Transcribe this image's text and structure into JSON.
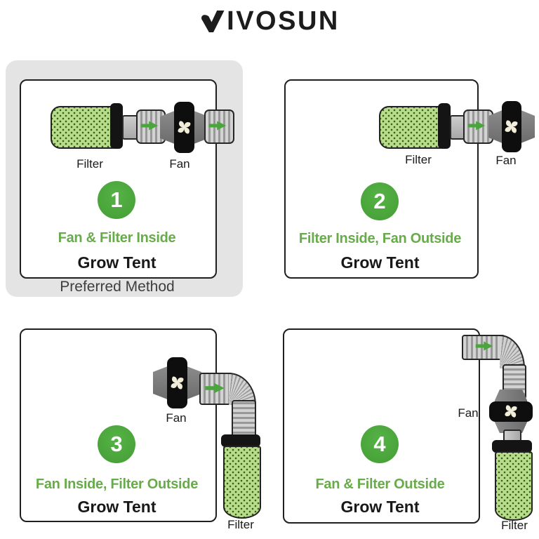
{
  "logo": {
    "brand": "VIVOSUN",
    "brand_rest": "IVOSUN"
  },
  "colors": {
    "accent_green": "#4aa63c",
    "headline_green": "#68ab4b",
    "filter_green": "#b8dd8a",
    "duct_gray": "#d3d3d3",
    "fan_black": "#0e0e0e",
    "propeller_cream": "#f2edd9",
    "preferred_bg": "#e4e4e4",
    "text_dark": "#1a1a1a",
    "caption_gray": "#3e3e3e"
  },
  "panels": [
    {
      "number": "1",
      "headline": "Fan & Filter Inside",
      "tent_label": "Grow Tent",
      "caption": "Preferred Method",
      "preferred": true,
      "filter_label": "Filter",
      "fan_label": "Fan"
    },
    {
      "number": "2",
      "headline": "Filter Inside, Fan Outside",
      "tent_label": "Grow Tent",
      "preferred": false,
      "filter_label": "Filter",
      "fan_label": "Fan"
    },
    {
      "number": "3",
      "headline": "Fan Inside, Filter Outside",
      "tent_label": "Grow Tent",
      "preferred": false,
      "filter_label": "Filter",
      "fan_label": "Fan"
    },
    {
      "number": "4",
      "headline": "Fan & Filter Outside",
      "tent_label": "Grow Tent",
      "preferred": false,
      "filter_label": "Filter",
      "fan_label": "Fan"
    }
  ]
}
